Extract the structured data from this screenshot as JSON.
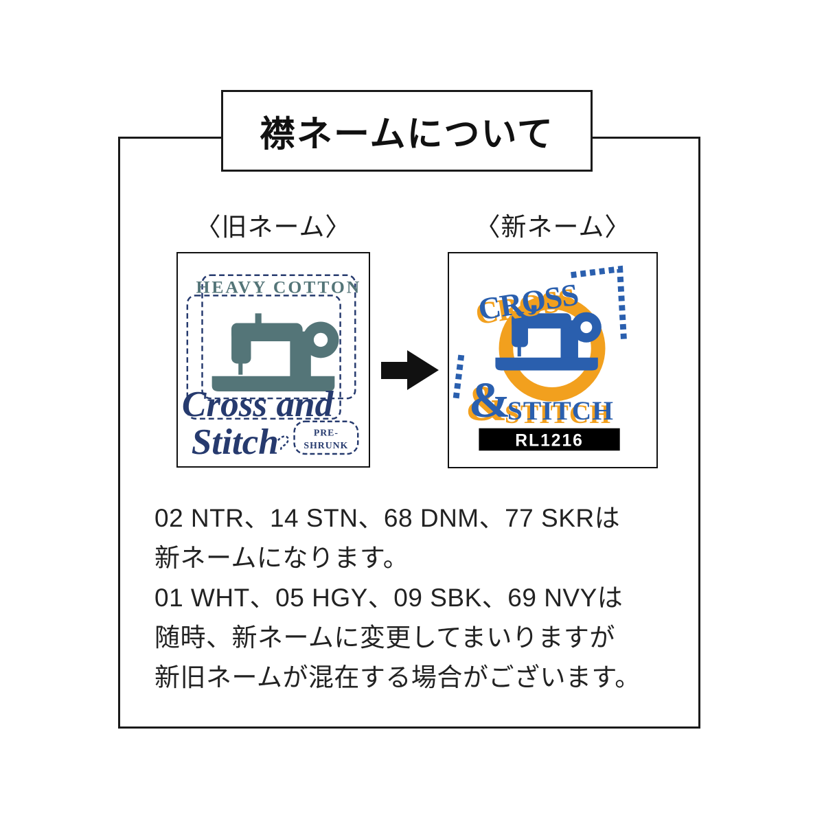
{
  "title": {
    "text": "襟ネームについて"
  },
  "comparison": {
    "old": {
      "heading": "〈旧ネーム〉",
      "label": {
        "brand_top": "HEAVY COTTON",
        "script_line1": "Cross and",
        "script_line2": "Stitch",
        "tag_line1": "PRE-",
        "tag_line2": "SHRUNK"
      }
    },
    "new": {
      "heading": "〈新ネーム〉",
      "label": {
        "word_cross": "CROSS",
        "ampersand": "&",
        "word_stitch": "STITCH",
        "product_code": "RL1216"
      }
    }
  },
  "notes": {
    "lines": [
      "02 NTR、14 STN、68 DNM、77 SKRは",
      "新ネームになります。",
      "01 WHT、05 HGY、09 SBK、69 NVYは",
      "随時、新ネームに変更してまいりますが",
      "新旧ネームが混在する場合がございます。"
    ]
  },
  "colors": {
    "old_label_teal": "#547578",
    "old_label_navy": "#263a6e",
    "new_label_blue": "#2a5fae",
    "new_label_orange": "#f2a01e",
    "code_bar_bg": "#000000",
    "code_text": "#ffffff",
    "border": "#1a1a1a",
    "body_text": "#222222"
  }
}
